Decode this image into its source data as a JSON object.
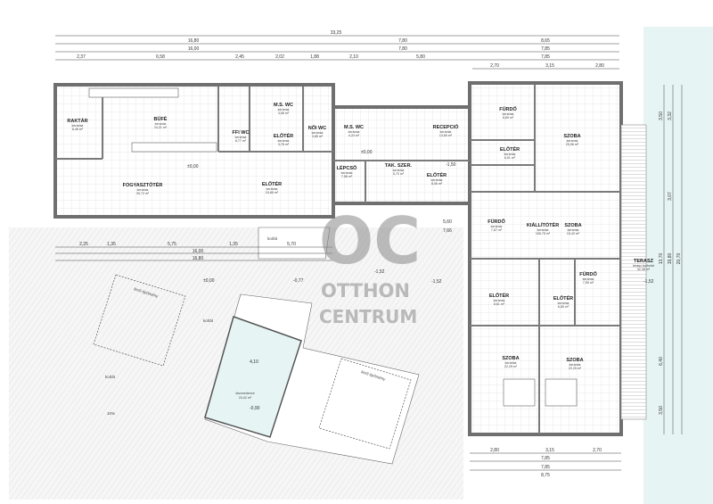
{
  "title": "Alaprajz",
  "colors": {
    "wall": "#7a7a7a",
    "water": "#e6f4f4",
    "ground_hatch": "#dcdcdc",
    "watermark": "#8a8a8a"
  },
  "watermark": {
    "logo": "OC",
    "line1": "OTTHON",
    "line2": "CENTRUM"
  },
  "rooms": [
    {
      "name": "RAKTÁR",
      "floor": "kerámia",
      "area": "8,48 m²"
    },
    {
      "name": "BÜFÉ",
      "floor": "kerámia",
      "area": "24,21 m²"
    },
    {
      "name": "FFI WC",
      "floor": "kerámia",
      "area": "8,77 m²"
    },
    {
      "name": "M.S. WC",
      "floor": "kerámia",
      "area": "3,58 m²"
    },
    {
      "name": "ELŐTÉR",
      "floor": "kerámia",
      "area": "3,78 m²"
    },
    {
      "name": "NŐI WC",
      "floor": "kerámia",
      "area": "3,85 m²"
    },
    {
      "name": "FOGYASZTÓTÉR",
      "floor": "kerámia",
      "area": "39,72 m²"
    },
    {
      "name": "ELŐTÉR",
      "floor": "kerámia",
      "area": "24,80 m²"
    },
    {
      "name": "M.S. WC",
      "floor": "kerámia",
      "area": "4,24 m²"
    },
    {
      "name": "RECEPCIÓ",
      "floor": "kerámia",
      "area": "13,80 m²"
    },
    {
      "name": "LÉPCSŐ",
      "floor": "kerámia",
      "area": "7,58 m²"
    },
    {
      "name": "TAK. SZER.",
      "floor": "kerámia",
      "area": "5,70 m²"
    },
    {
      "name": "ELŐTÉR",
      "floor": "kerámia",
      "area": "8,06 m²"
    },
    {
      "name": "FÜRDŐ",
      "floor": "kerámia",
      "area": "8,69 m²"
    },
    {
      "name": "SZOBA",
      "floor": "kerámia",
      "area": "20,06 m²"
    },
    {
      "name": "ELŐTÉR",
      "floor": "kerámia",
      "area": "6,51 m²"
    },
    {
      "name": "FÜRDŐ",
      "floor": "kerámia",
      "area": "7,67 m²"
    },
    {
      "name": "KIÁLLÍTÓTÉR",
      "floor": "kerámia",
      "area": "155,75 m²"
    },
    {
      "name": "SZOBA",
      "floor": "kerámia",
      "area": "15,43 m²"
    },
    {
      "name": "FÜRDŐ",
      "floor": "kerámia",
      "area": "7,55 m²"
    },
    {
      "name": "TERASZ",
      "floor": "terasz burkolat",
      "area": "32,38 m²"
    },
    {
      "name": "ELŐTÉR",
      "floor": "kerámia",
      "area": "8,61 m²"
    },
    {
      "name": "ELŐTÉR",
      "floor": "kerámia",
      "area": "6,65 m²"
    },
    {
      "name": "SZOBA",
      "floor": "kerámia",
      "area": "22,25 m²"
    },
    {
      "name": "SZOBA",
      "floor": "kerámia",
      "area": "22,25 m²"
    }
  ],
  "pool": {
    "name": "díszmedence",
    "area": "24,42 m²",
    "level": "-0,90",
    "width": "4,10"
  },
  "notes": [
    "kerti építmény",
    "kerti építmény",
    "korlát",
    "korlát",
    "korlát",
    "10%"
  ],
  "levels": [
    "±0,00",
    "-1,50",
    "±0,00",
    "-0,77",
    "-1,52",
    "-1,52",
    "-1,52",
    "±0,00"
  ],
  "dims_top": [
    "33,25",
    "16,80",
    "16,00",
    "7,80",
    "7,80",
    "8,65",
    "7,85",
    "7,85",
    "2,37",
    "6,58",
    "2,45",
    "2,02",
    "1,88",
    "2,10",
    "5,80",
    "2,70",
    "3,15",
    "2,80"
  ],
  "dims_mid": [
    "2,25",
    "1,35",
    "5,75",
    "1,35",
    "5,70",
    "16,00",
    "16,80",
    "5,60",
    "7,66"
  ],
  "dims_bottom": [
    "2,80",
    "3,15",
    "2,70",
    "7,85",
    "7,85",
    "8,75"
  ],
  "dims_right": [
    "3,50",
    "3,32",
    "3,07",
    "13,70",
    "19,80",
    "20,70",
    "6,40",
    "3,50"
  ]
}
